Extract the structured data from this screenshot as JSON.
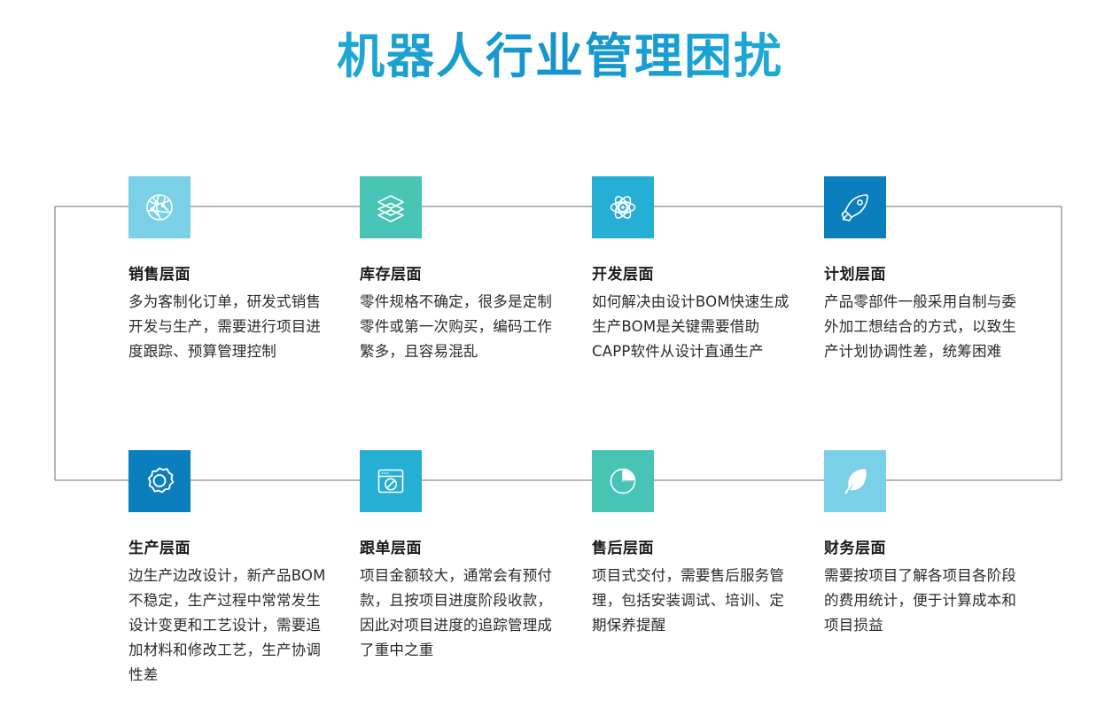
{
  "page": {
    "title": "机器人行业管理困扰",
    "background_color": "#ffffff",
    "title_gradient_from": "#3fc9e2",
    "title_gradient_mid": "#1594cf",
    "title_gradient_to": "#3ccfe4",
    "connector_color": "#6d6e71"
  },
  "palette": {
    "light_cyan": "#7ad0e6",
    "teal": "#47c4b5",
    "cyan_blue": "#26afd4",
    "dark_blue": "#0b7ebe"
  },
  "cards": [
    {
      "id": "sales",
      "icon": "globe-network-icon",
      "color": "#7ad0e6",
      "title": "销售层面",
      "body": "多为客制化订单，研发式销售开发与生产，需要进行项目进度跟踪、预算管理控制"
    },
    {
      "id": "inventory",
      "icon": "stacked-layers-icon",
      "color": "#47c4b5",
      "title": "库存层面",
      "body": "零件规格不确定，很多是定制零件或第一次购买，编码工作繁多，且容易混乱"
    },
    {
      "id": "development",
      "icon": "atom-icon",
      "color": "#26afd4",
      "title": "开发层面",
      "body": "如何解决由设计BOM快速生成生产BOM是关键需要借助CAPP软件从设计直通生产"
    },
    {
      "id": "planning",
      "icon": "rocket-icon",
      "color": "#0b7ebe",
      "title": "计划层面",
      "body": "产品零部件一般采用自制与委外加工想结合的方式，以致生产计划协调性差，统筹困难"
    },
    {
      "id": "production",
      "icon": "gear-icon",
      "color": "#0b7ebe",
      "title": "生产层面",
      "body": "边生产边改设计，新产品BOM不稳定，生产过程中常常发生设计变更和工艺设计，需要追加材料和修改工艺，生产协调性差"
    },
    {
      "id": "order-tracking",
      "icon": "browser-window-leaf-icon",
      "color": "#26afd4",
      "title": "跟单层面",
      "body": "项目金额较大，通常会有预付款，且按项目进度阶段收款，因此对项目进度的追踪管理成了重中之重"
    },
    {
      "id": "after-sales",
      "icon": "pie-chart-icon",
      "color": "#47c4b5",
      "title": "售后层面",
      "body": "项目式交付，需要售后服务管理，包括安装调试、培训、定期保养提醒"
    },
    {
      "id": "finance",
      "icon": "feather-icon",
      "color": "#7ad0e6",
      "title": "财务层面",
      "body": "需要按项目了解各项目各阶段的费用统计，便于计算成本和项目损益"
    }
  ]
}
